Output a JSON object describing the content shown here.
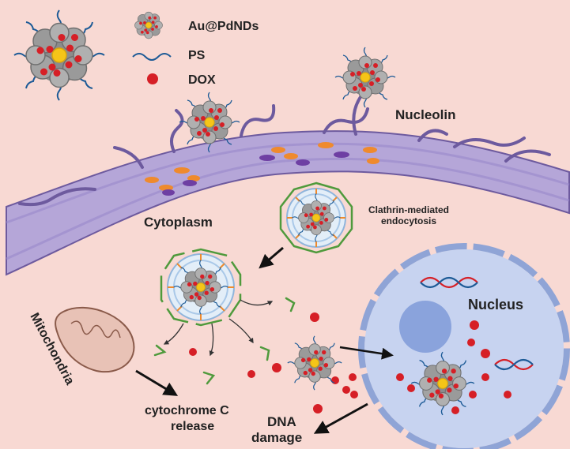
{
  "legend": {
    "nanoparticle": "Au@PdNDs",
    "polymer": "PS",
    "drug": "DOX"
  },
  "labels": {
    "nucleolin": "Nucleolin",
    "cytoplasm": "Cytoplasm",
    "endocytosis_line1": "Clathrin-mediated",
    "endocytosis_line2": "endocytosis",
    "nucleus": "Nucleus",
    "mitochondria": "Mitochondria",
    "cytochrome_line1": "cytochrome C",
    "cytochrome_line2": "release",
    "dna_line1": "DNA",
    "dna_line2": "damage"
  },
  "colors": {
    "background": "#f8d9d3",
    "membrane": "#b5a6d8",
    "membrane_edge": "#6d5a9e",
    "nucleus": "#c7d3f0",
    "nucleus_envelope": "#8fa4d6",
    "nucleolus": "#8aa3dc",
    "particle_core": "#8c8c8c",
    "gold_core": "#f5c518",
    "dox": "#d61f26",
    "polymer": "#1c5a96",
    "clathrin": "#4f9a3c",
    "receptor": "#ef8a2d",
    "mitochondria": "#e8c2b6"
  },
  "icons": [
    "au-pd-nanoparticle-icon",
    "polymer-chain-icon",
    "dox-molecule-icon",
    "mitochondria-icon",
    "dna-helix-icon",
    "clathrin-coat-icon"
  ]
}
